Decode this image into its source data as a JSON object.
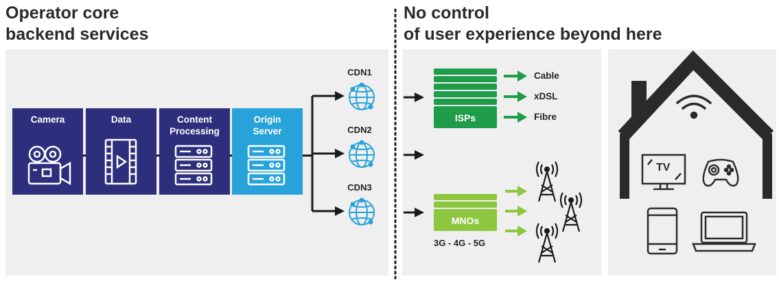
{
  "left_heading": {
    "line1": "Operator core",
    "line2": "backend services"
  },
  "right_heading": {
    "line1": "No control",
    "line2": "of user experience beyond here"
  },
  "pipeline": [
    {
      "label_line1": "Camera",
      "label_line2": "",
      "icon": "camera-icon"
    },
    {
      "label_line1": "Data",
      "label_line2": "",
      "icon": "film-icon"
    },
    {
      "label_line1": "Content",
      "label_line2": "Processing",
      "icon": "server-icon"
    },
    {
      "label_line1": "Origin",
      "label_line2": "Server",
      "icon": "server-icon"
    }
  ],
  "cdns": [
    "CDN1",
    "CDN2",
    "CDN3"
  ],
  "isps": {
    "label": "ISPs",
    "outputs": [
      "Cable",
      "xDSL",
      "Fibre"
    ]
  },
  "mnos": {
    "label": "MNOs",
    "caption": "3G - 4G - 5G"
  },
  "house_devices": {
    "tv_label": "TV"
  },
  "colors": {
    "navy": "#2e2f7c",
    "blue": "#27a3da",
    "green_dark": "#1e9c4a",
    "green_light": "#8dc63f",
    "panel": "#efefef",
    "dark": "#2a2a2a"
  }
}
